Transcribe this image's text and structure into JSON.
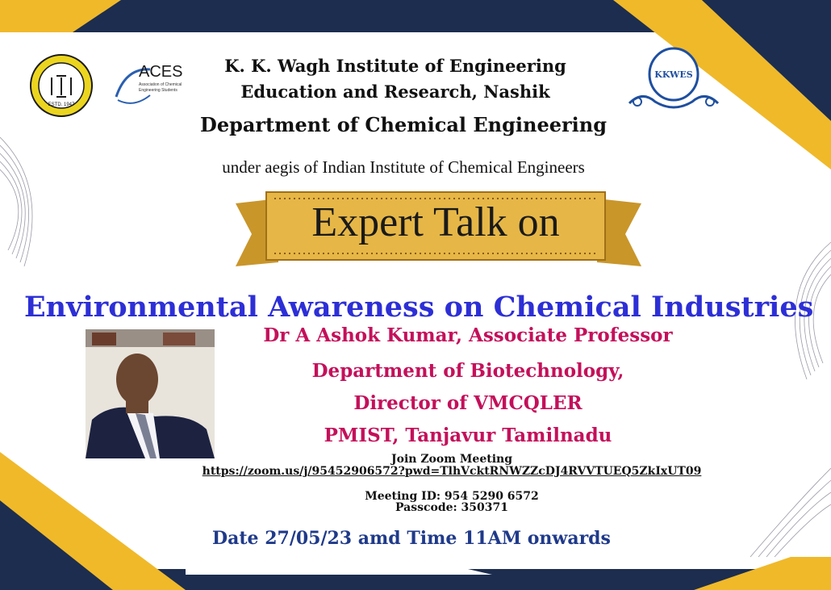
{
  "header": {
    "institute_line1": "K. K. Wagh Institute of Engineering",
    "institute_line2": "Education and Research, Nashik",
    "department": "Department of Chemical Engineering",
    "aegis": "under aegis of Indian Institute of Chemical Engineers"
  },
  "logos": {
    "left_logo_text": "ESTD. 1947",
    "aces_name": "ACES",
    "aces_subtitle_1": "Association of Chemical",
    "aces_subtitle_2": "Engineering Students",
    "right_logo_text": "KKWES"
  },
  "banner": {
    "text": "Expert Talk on"
  },
  "topic": "Environmental Awareness on Chemical Industries",
  "speaker": {
    "name_line": "Dr A Ashok Kumar, Associate Professor",
    "dept_line": "Department of Biotechnology,",
    "role_line": "Director of VMCQLER",
    "org_line": "PMIST, Tanjavur Tamilnadu"
  },
  "zoom": {
    "heading": "Join Zoom Meeting",
    "link": "https://zoom.us/j/95452906572?pwd=TlhVcktRNWZZcDJ4RVVTUEQ5ZkIxUT09",
    "meeting_id": "Meeting ID: 954 5290 6572",
    "passcode": "Passcode: 350371"
  },
  "footer": {
    "date_time": "Date 27/05/23 amd Time 11AM onwards"
  },
  "colors": {
    "navy": "#1c2d4f",
    "gold": "#f0b92a",
    "topic_blue": "#2d2fd6",
    "speaker_magenta": "#c4105a",
    "date_blue": "#1f3a8a"
  }
}
